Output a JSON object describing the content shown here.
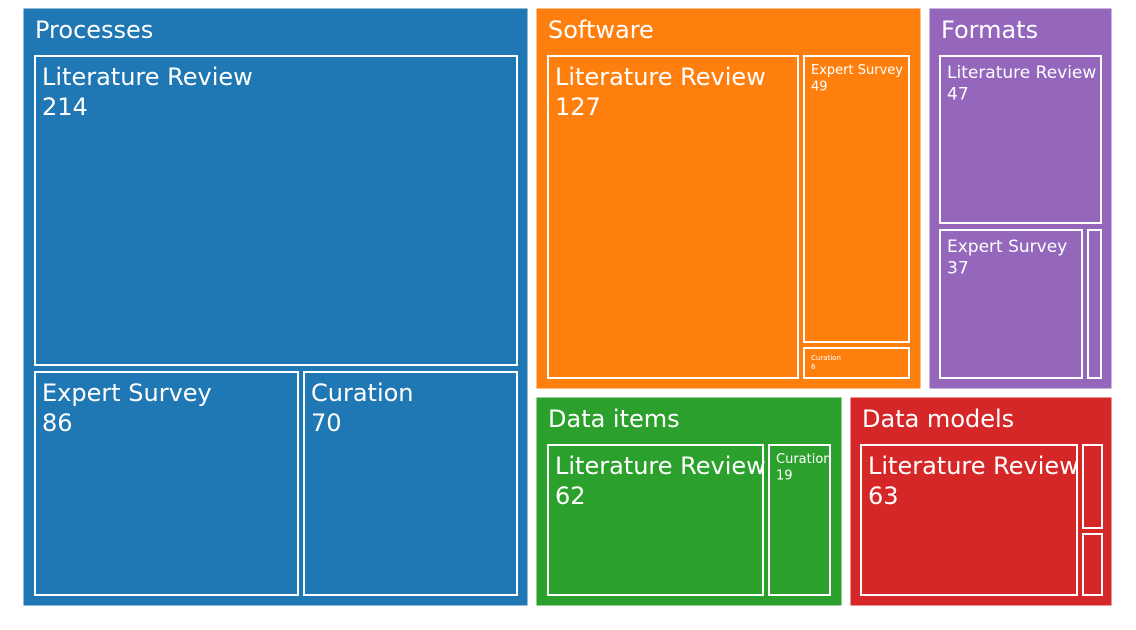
{
  "chart_data": {
    "type": "treemap",
    "groups": [
      {
        "name": "Processes",
        "color": "#1f77b4",
        "children": [
          {
            "name": "Literature Review",
            "value": 214
          },
          {
            "name": "Expert Survey",
            "value": 86
          },
          {
            "name": "Curation",
            "value": 70
          }
        ]
      },
      {
        "name": "Software",
        "color": "#ff7f0e",
        "children": [
          {
            "name": "Literature Review",
            "value": 127
          },
          {
            "name": "Expert Survey",
            "value": 49
          },
          {
            "name": "Curation",
            "value": 6
          }
        ]
      },
      {
        "name": "Formats",
        "color": "#9467bd",
        "children": [
          {
            "name": "Literature Review",
            "value": 47
          },
          {
            "name": "Expert Survey",
            "value": 37
          },
          {
            "name": "",
            "value": 4
          }
        ]
      },
      {
        "name": "Data items",
        "color": "#2ca02c",
        "children": [
          {
            "name": "Literature Review",
            "value": 62
          },
          {
            "name": "Curation",
            "value": 19
          }
        ]
      },
      {
        "name": "Data models",
        "color": "#d62728",
        "children": [
          {
            "name": "Literature Review",
            "value": 63
          },
          {
            "name": "",
            "value": 3
          },
          {
            "name": "",
            "value": 2
          }
        ]
      }
    ]
  }
}
